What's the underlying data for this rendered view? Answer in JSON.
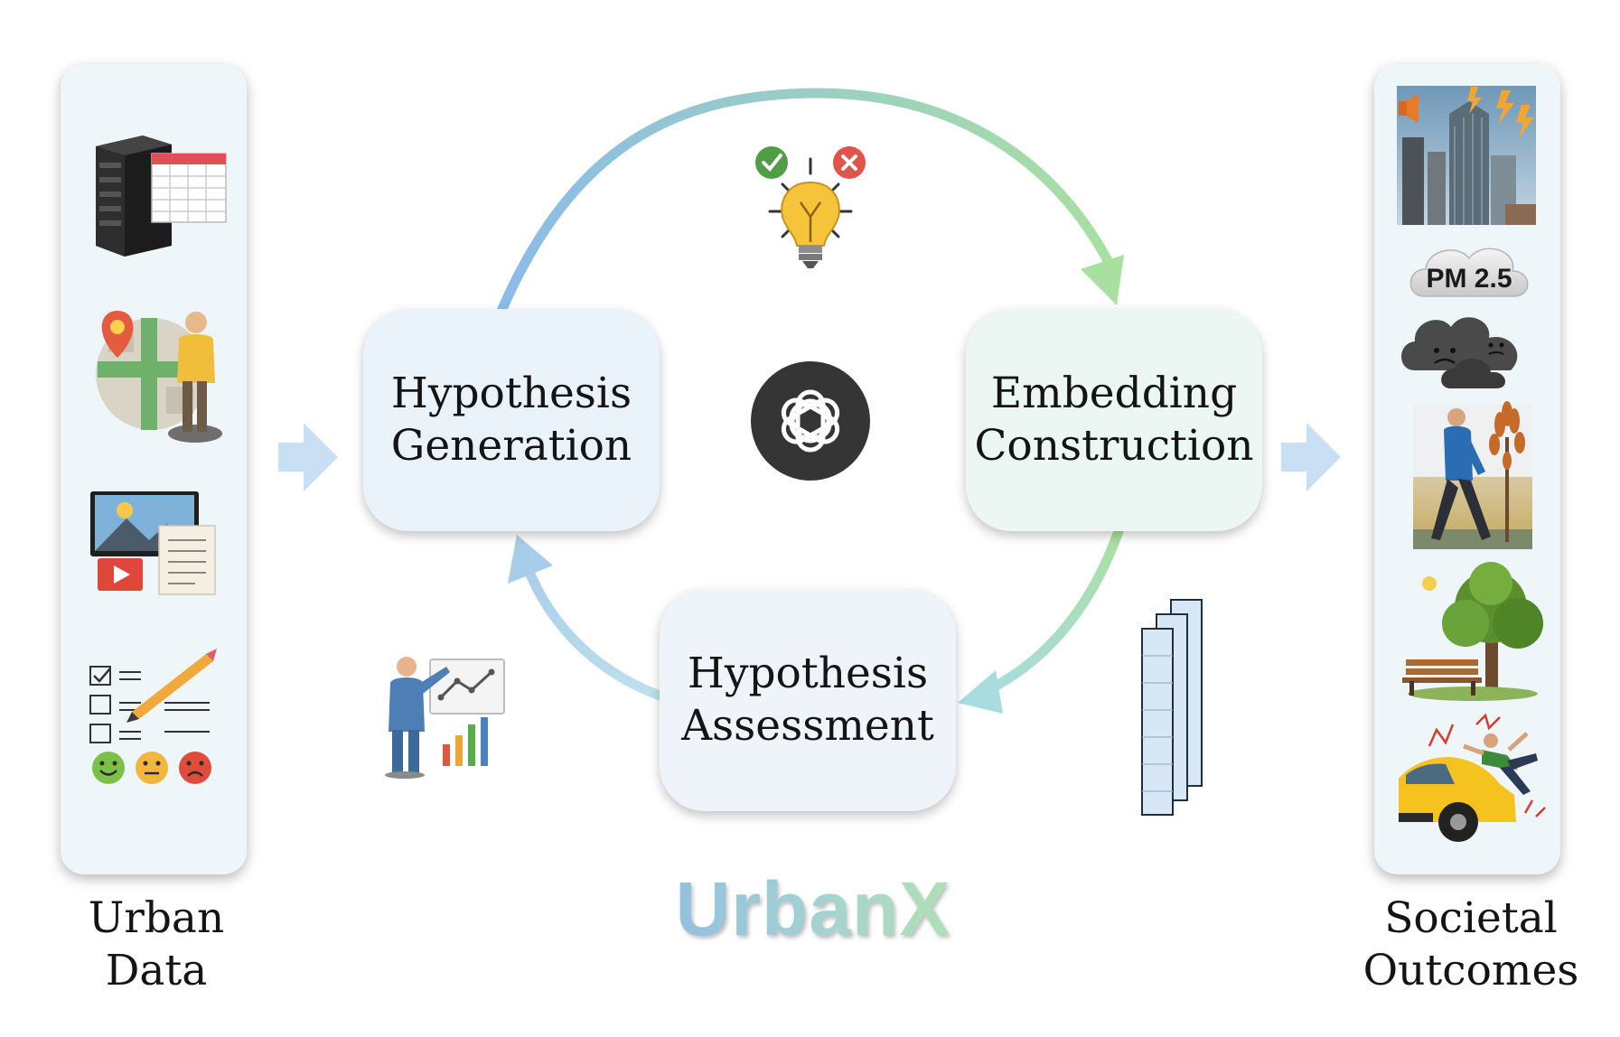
{
  "diagram": {
    "left_panel": {
      "label_lines": [
        "Urban",
        "Data"
      ],
      "icons": [
        "server-table-icon",
        "map-person-icon",
        "media-document-icon",
        "survey-icon"
      ]
    },
    "right_panel": {
      "label_lines": [
        "Societal",
        "Outcomes"
      ],
      "icons": [
        "city-noise-icon",
        "air-pollution-icon",
        "walking-person-icon",
        "park-tree-icon",
        "car-accident-icon"
      ],
      "pollution_text": "PM 2.5"
    },
    "nodes": {
      "generation": {
        "lines": [
          "Hypothesis",
          "Generation"
        ]
      },
      "embedding": {
        "lines": [
          "Embedding",
          "Construction"
        ]
      },
      "assessment": {
        "lines": [
          "Hypothesis",
          "Assessment"
        ]
      }
    },
    "center_icons": [
      "lightbulb-check-cross-icon",
      "openai-logo-icon",
      "presenter-chart-icon",
      "stacked-columns-icon"
    ],
    "brand": "UrbanX",
    "colors": {
      "cycle_blue": "#8cbbe8",
      "cycle_green": "#a8e0a0",
      "cycle_teal": "#a8dcde",
      "arrow_fill": "#c9dff3",
      "panel_bg": "#eef6f9"
    }
  }
}
